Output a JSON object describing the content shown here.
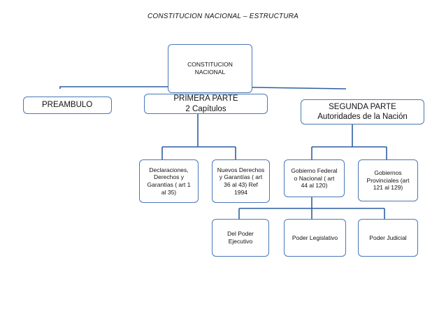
{
  "title": "CONSTITUCION NACIONAL – ESTRUCTURA",
  "nodes": {
    "root": "CONSTITUCION\nNACIONAL",
    "preambulo": "PREAMBULO",
    "primera": "PRIMERA PARTE\n2 Capítulos",
    "segunda": "SEGUNDA PARTE\nAutoridades de la Nación",
    "declaraciones": "Declaraciones,\nDerechos y\nGarantías ( art 1\nal 35)",
    "nuevos": "Nuevos Derechos\ny Garantías ( art\n36 al 43) Ref\n1994",
    "federal": "Gobierno Federal\no Nacional ( art\n44 al 120)",
    "provinciales": "Gobiernos\nProvinciales (art\n121 al 129)",
    "ejecutivo": "Del Poder\nEjecutivo",
    "legislativo": "Poder Legislativo",
    "judicial": "Poder Judicial"
  },
  "colors": {
    "border": "#4a78b5",
    "connector": "#2f5f9e"
  }
}
